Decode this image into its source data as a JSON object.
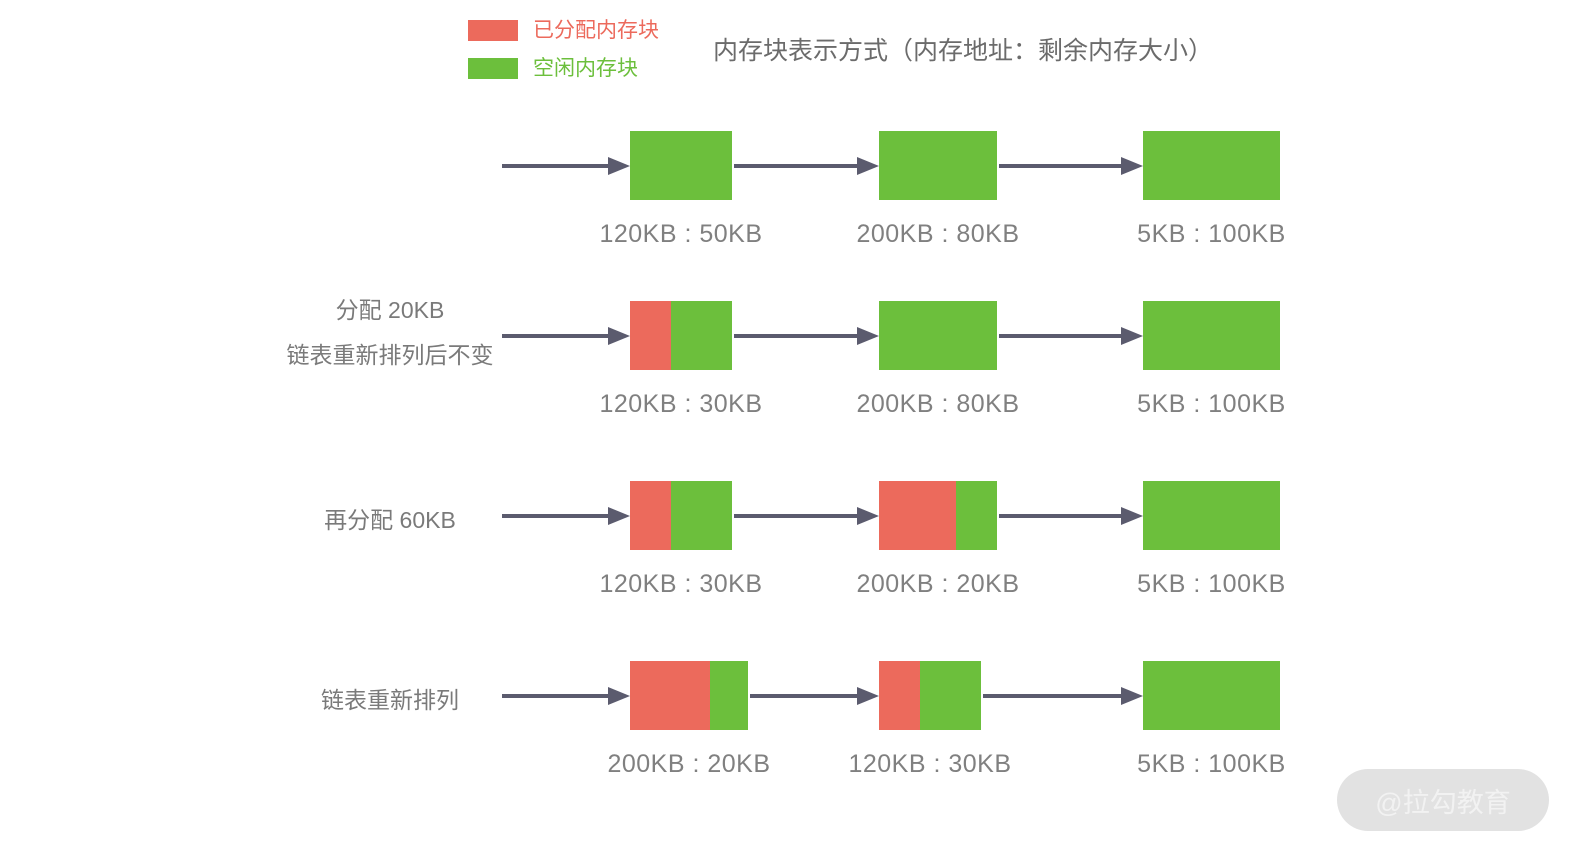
{
  "legend": {
    "items": [
      {
        "label": "已分配内存块",
        "color": "#ec6a5c",
        "icon": "red-swatch-icon"
      },
      {
        "label": "空闲内存块",
        "color": "#6cbf3c",
        "icon": "green-swatch-icon"
      }
    ]
  },
  "title": "内存块表示方式（内存地址：剩余内存大小）",
  "colors": {
    "allocated": "#ec6a5c",
    "free": "#6cbf3c",
    "arrow": "#5b5b6e",
    "text": "#7a7a7a",
    "background": "#ffffff"
  },
  "rows": [
    {
      "caption_lines": [],
      "blocks": [
        {
          "label": "120KB : 50KB",
          "address": "120KB",
          "remaining": "50KB",
          "allocated_ratio": 0,
          "free_ratio": 1,
          "width": 102
        },
        {
          "label": "200KB : 80KB",
          "address": "200KB",
          "remaining": "80KB",
          "allocated_ratio": 0,
          "free_ratio": 1,
          "width": 118
        },
        {
          "label": "5KB : 100KB",
          "address": "5KB",
          "remaining": "100KB",
          "allocated_ratio": 0,
          "free_ratio": 1,
          "width": 137
        }
      ]
    },
    {
      "caption_lines": [
        "分配 20KB",
        "链表重新排列后不变"
      ],
      "blocks": [
        {
          "label": "120KB : 30KB",
          "address": "120KB",
          "remaining": "30KB",
          "allocated_ratio": 0.4,
          "free_ratio": 0.6,
          "width": 102
        },
        {
          "label": "200KB : 80KB",
          "address": "200KB",
          "remaining": "80KB",
          "allocated_ratio": 0,
          "free_ratio": 1,
          "width": 118
        },
        {
          "label": "5KB : 100KB",
          "address": "5KB",
          "remaining": "100KB",
          "allocated_ratio": 0,
          "free_ratio": 1,
          "width": 137
        }
      ]
    },
    {
      "caption_lines": [
        "再分配 60KB"
      ],
      "blocks": [
        {
          "label": "120KB : 30KB",
          "address": "120KB",
          "remaining": "30KB",
          "allocated_ratio": 0.4,
          "free_ratio": 0.6,
          "width": 102
        },
        {
          "label": "200KB : 20KB",
          "address": "200KB",
          "remaining": "20KB",
          "allocated_ratio": 0.65,
          "free_ratio": 0.35,
          "width": 118
        },
        {
          "label": "5KB : 100KB",
          "address": "5KB",
          "remaining": "100KB",
          "allocated_ratio": 0,
          "free_ratio": 1,
          "width": 137
        }
      ]
    },
    {
      "caption_lines": [
        "链表重新排列"
      ],
      "blocks": [
        {
          "label": "200KB : 20KB",
          "address": "200KB",
          "remaining": "20KB",
          "allocated_ratio": 0.68,
          "free_ratio": 0.32,
          "width": 118
        },
        {
          "label": "120KB : 30KB",
          "address": "120KB",
          "remaining": "30KB",
          "allocated_ratio": 0.4,
          "free_ratio": 0.6,
          "width": 102
        },
        {
          "label": "5KB : 100KB",
          "address": "5KB",
          "remaining": "100KB",
          "allocated_ratio": 0,
          "free_ratio": 1,
          "width": 137
        }
      ]
    }
  ],
  "watermark": "@拉勾教育"
}
